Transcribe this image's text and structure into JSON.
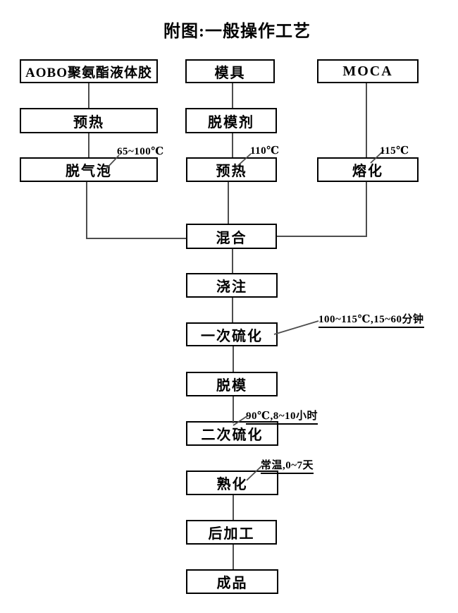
{
  "title": "附图:一般操作工艺",
  "boxes": {
    "aobo": "AOBO聚氨酯液体胶",
    "mold": "模具",
    "moca": "MOCA",
    "preheat1": "预热",
    "release_agent": "脱模剂",
    "degas": "脱气泡",
    "preheat2": "预热",
    "melt": "熔化",
    "mix": "混合",
    "pour": "浇注",
    "cure1": "一次硫化",
    "demold": "脱模",
    "cure2": "二次硫化",
    "aging": "熟化",
    "post_process": "后加工",
    "final_product": "成品"
  },
  "annotations": {
    "degas_temp": "65~100℃",
    "preheat_temp": "110℃",
    "melt_temp": "115℃",
    "cure1_cond": "100~115℃,15~60分钟",
    "cure2_cond": "90℃,8~10小时",
    "aging_cond": "常温,0~7天"
  },
  "colors": {
    "line": "#4d4d4d",
    "border": "#000000",
    "background": "#ffffff",
    "text": "#000000"
  }
}
